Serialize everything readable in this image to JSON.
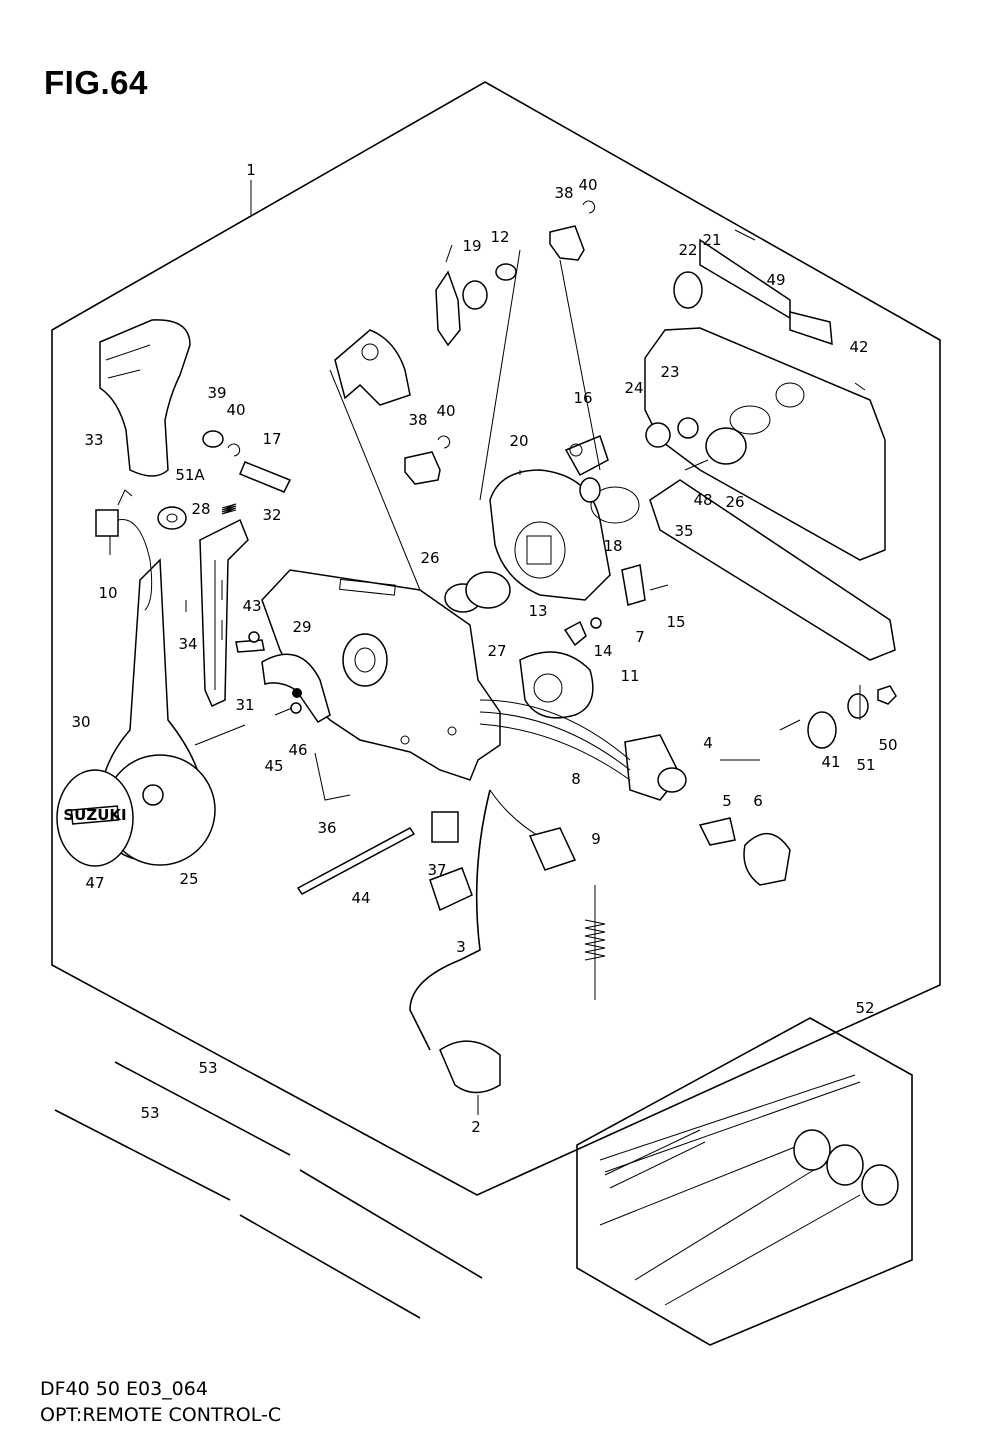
{
  "figure": {
    "title": "FIG.64",
    "code": "DF40 50 E03_064",
    "name": "OPT:REMOTE CONTROL-C"
  },
  "callouts": [
    "1",
    "2",
    "3",
    "4",
    "5",
    "6",
    "7",
    "8",
    "9",
    "10",
    "11",
    "12",
    "13",
    "14",
    "15",
    "16",
    "17",
    "18",
    "19",
    "20",
    "21",
    "22",
    "23",
    "24",
    "25",
    "26",
    "26",
    "27",
    "28",
    "29",
    "30",
    "31",
    "32",
    "33",
    "34",
    "35",
    "36",
    "37",
    "38",
    "38",
    "39",
    "40",
    "40",
    "40",
    "41",
    "42",
    "43",
    "44",
    "45",
    "46",
    "47",
    "48",
    "49",
    "50",
    "51",
    "51A",
    "52",
    "53",
    "53"
  ],
  "logo_text": "SUZUKI"
}
